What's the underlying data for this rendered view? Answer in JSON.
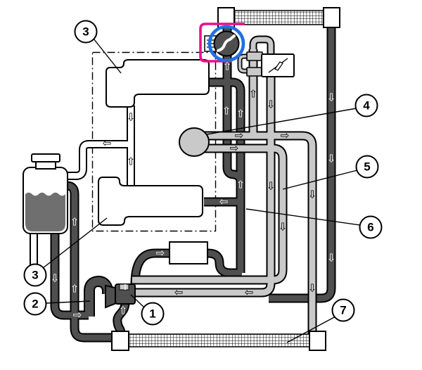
{
  "diagram": {
    "type": "cooling-system-schematic",
    "callouts": {
      "c1": "1",
      "c2": "2",
      "c3_top": "3",
      "c3_bottom": "3",
      "c4": "4",
      "c5": "5",
      "c6": "6",
      "c7": "7"
    },
    "colors": {
      "background": "#ffffff",
      "pipe_dark": "#4f4f4f",
      "pipe_light": "#c9c9c9",
      "tank_fluid": "#6f6f6f",
      "highlight_pink": "#e8118c",
      "highlight_blue": "#2270e0",
      "callout_text": "#000000"
    },
    "icons": {
      "arrow_up": "⇧",
      "arrow_down": "⇩",
      "arrow_left": "⇦",
      "arrow_right": "⇨",
      "thermostat_glyph": "s-curve",
      "valve_glyph": "diagonal-lever"
    }
  }
}
